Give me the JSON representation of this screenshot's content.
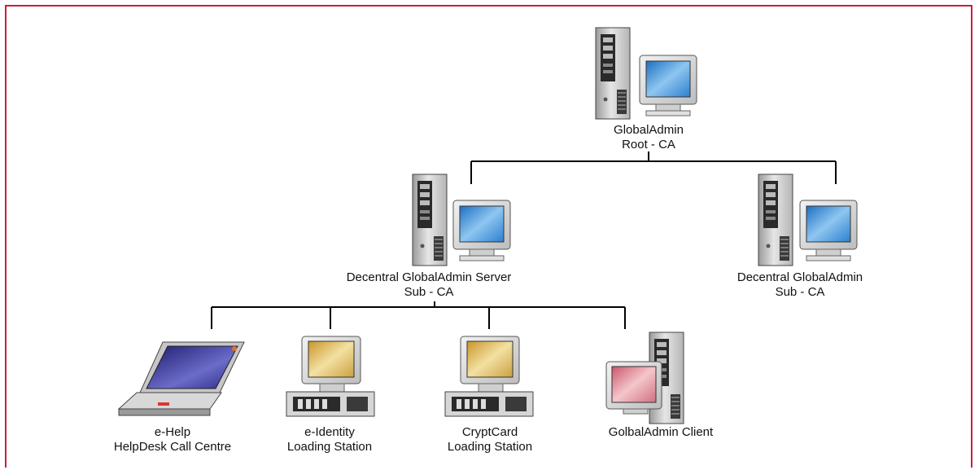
{
  "colors": {
    "frame": "#c8203a",
    "connector": "#000000",
    "screen_blue": "#3b8fd6",
    "screen_gold": "#d9b44a",
    "screen_red": "#d97a85",
    "laptop_screen": "#3a3a9a"
  },
  "nodes": {
    "root": {
      "line1": "GlobalAdmin",
      "line2": "Root - CA",
      "icon": "server-workstation-icon"
    },
    "sub_left": {
      "line1": "Decentral GlobalAdmin Server",
      "line2": "Sub - CA",
      "icon": "server-workstation-icon"
    },
    "sub_right": {
      "line1": "Decentral GlobalAdmin",
      "line2": "Sub - CA",
      "icon": "server-workstation-icon"
    },
    "ehelp": {
      "line1": "e-Help",
      "line2": "HelpDesk Call Centre",
      "icon": "laptop-icon"
    },
    "eidentity": {
      "line1": "e-Identity",
      "line2": "Loading Station",
      "icon": "desktop-station-icon"
    },
    "cryptcard": {
      "line1": "CryptCard",
      "line2": "Loading Station",
      "icon": "desktop-station-icon"
    },
    "client": {
      "line1": "GolbalAdmin Client",
      "icon": "client-workstation-icon"
    }
  }
}
